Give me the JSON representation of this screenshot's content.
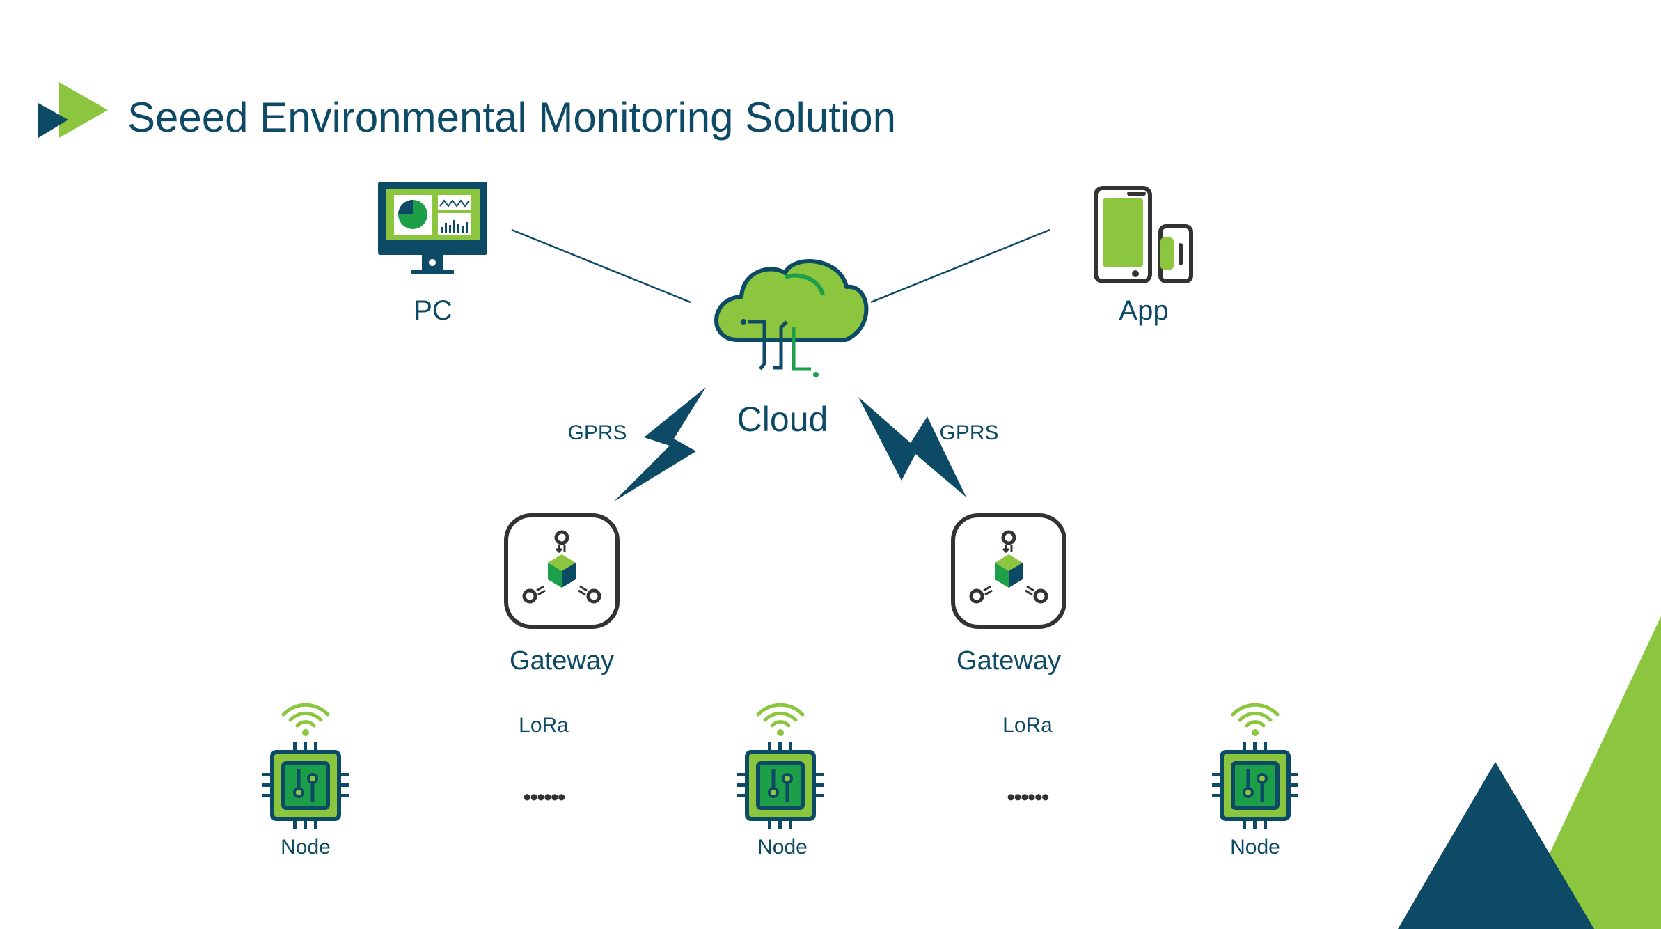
{
  "title": "Seeed Environmental Monitoring Solution",
  "nodes": {
    "pc": {
      "label": "PC",
      "icon": "monitor-dashboard-icon"
    },
    "app": {
      "label": "App",
      "icon": "phone-tablet-icon"
    },
    "cloud": {
      "label": "Cloud",
      "icon": "cloud-icon"
    },
    "gateway_left": {
      "label": "Gateway",
      "icon": "gateway-icon"
    },
    "gateway_right": {
      "label": "Gateway",
      "icon": "gateway-icon"
    },
    "node_left": {
      "label": "Node",
      "icon": "chip-wifi-icon"
    },
    "node_center": {
      "label": "Node",
      "icon": "chip-wifi-icon"
    },
    "node_right": {
      "label": "Node",
      "icon": "chip-wifi-icon"
    }
  },
  "links": {
    "gprs_left": "GPRS",
    "gprs_right": "GPRS",
    "lora_left": "LoRa",
    "lora_right": "LoRa",
    "ellipsis_left": "••••••",
    "ellipsis_right": "••••••"
  },
  "colors": {
    "navy": "#0d4a66",
    "green": "#8cc63f",
    "dark_green": "#1d9f4a",
    "icon_dark": "#333333"
  }
}
